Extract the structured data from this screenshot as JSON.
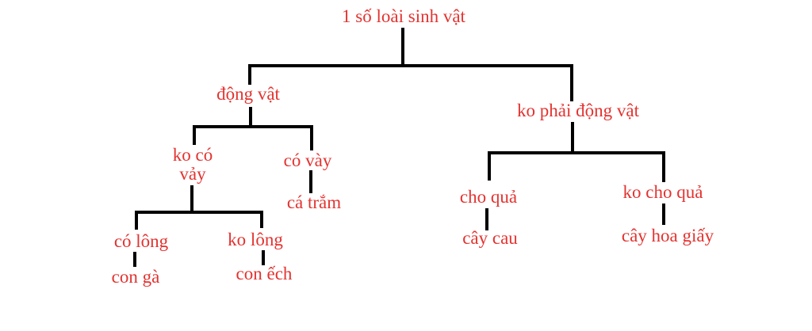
{
  "diagram": {
    "type": "classification-tree",
    "title": "1 số loài sinh vật",
    "text_color": "#e33330",
    "line_color": "#000000",
    "background_color": "#ffffff",
    "nodes": {
      "root": "1 số loài sinh vật",
      "dong_vat": "động vật",
      "ko_co_vay": "ko có vảy",
      "co_vay": "có vày",
      "ca_tram": "cá trắm",
      "co_long": "có lông",
      "con_ga": "con gà",
      "ko_long": "ko lông",
      "con_ech": "con ếch",
      "ko_phai_dong_vat": "ko phải động vật",
      "cho_qua": "cho quả",
      "cay_cau": "cây cau",
      "ko_cho_qua": "ko cho quả",
      "cay_hoa_giay": "cây hoa giấy"
    },
    "hierarchy": {
      "root": [
        "dong_vat",
        "ko_phai_dong_vat"
      ],
      "dong_vat": [
        "ko_co_vay",
        "co_vay"
      ],
      "ko_co_vay": [
        "co_long",
        "ko_long"
      ],
      "co_vay": [
        "ca_tram"
      ],
      "co_long": [
        "con_ga"
      ],
      "ko_long": [
        "con_ech"
      ],
      "ko_phai_dong_vat": [
        "cho_qua",
        "ko_cho_qua"
      ],
      "cho_qua": [
        "cay_cau"
      ],
      "ko_cho_qua": [
        "cay_hoa_giay"
      ]
    }
  }
}
